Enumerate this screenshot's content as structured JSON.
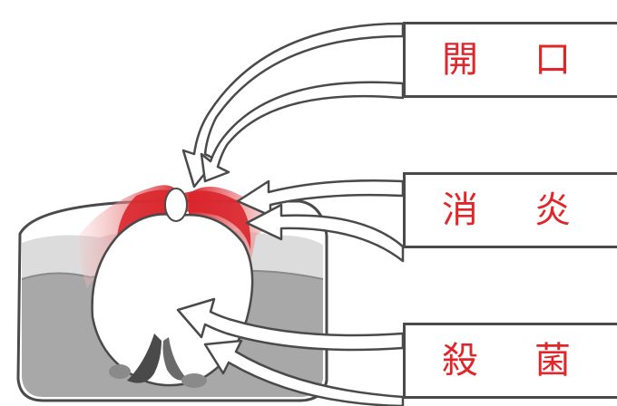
{
  "labels": [
    {
      "id": "open",
      "text": "開口"
    },
    {
      "id": "anti_inflammation",
      "text": "消炎"
    },
    {
      "id": "sterilize",
      "text": "殺菌"
    }
  ],
  "colors": {
    "label_text": "#e0262b",
    "inflammation_red": "#d9262c",
    "skin_gray": "#a8a8a8",
    "skin_light": "#dcdcdc",
    "outline": "#4a4a4a"
  },
  "icons": [
    "skin-cross-section",
    "pimple",
    "arrow"
  ]
}
